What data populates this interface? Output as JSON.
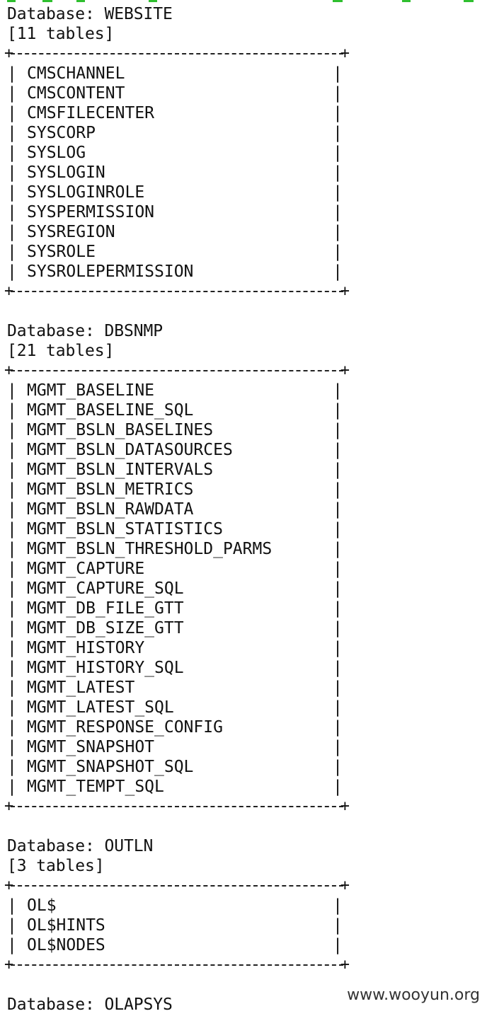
{
  "watermark": "www.wooyun.org",
  "databases": [
    {
      "header": "Database: WEBSITE",
      "count": "[11 tables]",
      "tables": [
        "CMSCHANNEL",
        "CMSCONTENT",
        "CMSFILECENTER",
        "SYSCORP",
        "SYSLOG",
        "SYSLOGIN",
        "SYSLOGINROLE",
        "SYSPERMISSION",
        "SYSREGION",
        "SYSROLE",
        "SYSROLEPERMISSION"
      ]
    },
    {
      "header": "Database: DBSNMP",
      "count": "[21 tables]",
      "tables": [
        "MGMT_BASELINE",
        "MGMT_BASELINE_SQL",
        "MGMT_BSLN_BASELINES",
        "MGMT_BSLN_DATASOURCES",
        "MGMT_BSLN_INTERVALS",
        "MGMT_BSLN_METRICS",
        "MGMT_BSLN_RAWDATA",
        "MGMT_BSLN_STATISTICS",
        "MGMT_BSLN_THRESHOLD_PARMS",
        "MGMT_CAPTURE",
        "MGMT_CAPTURE_SQL",
        "MGMT_DB_FILE_GTT",
        "MGMT_DB_SIZE_GTT",
        "MGMT_HISTORY",
        "MGMT_HISTORY_SQL",
        "MGMT_LATEST",
        "MGMT_LATEST_SQL",
        "MGMT_RESPONSE_CONFIG",
        "MGMT_SNAPSHOT",
        "MGMT_SNAPSHOT_SQL",
        "MGMT_TEMPT_SQL"
      ]
    },
    {
      "header": "Database: OUTLN",
      "count": "[3 tables]",
      "tables": [
        "OL$",
        "OL$HINTS",
        "OL$NODES"
      ]
    },
    {
      "header": "Database: OLAPSYS",
      "count": "",
      "tables": []
    }
  ]
}
